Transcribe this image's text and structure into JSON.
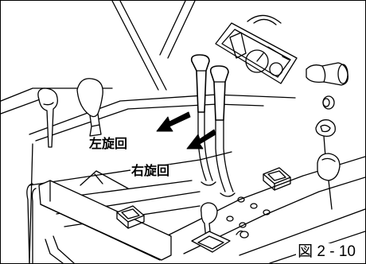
{
  "labels": {
    "left_turn": "左旋回",
    "right_turn": "右旋回"
  },
  "caption": "図 2 - 10",
  "colors": {
    "line": "#000000",
    "fill": "#ffffff"
  },
  "icons": [
    "arrow-left-icon",
    "arrow-left-icon"
  ]
}
